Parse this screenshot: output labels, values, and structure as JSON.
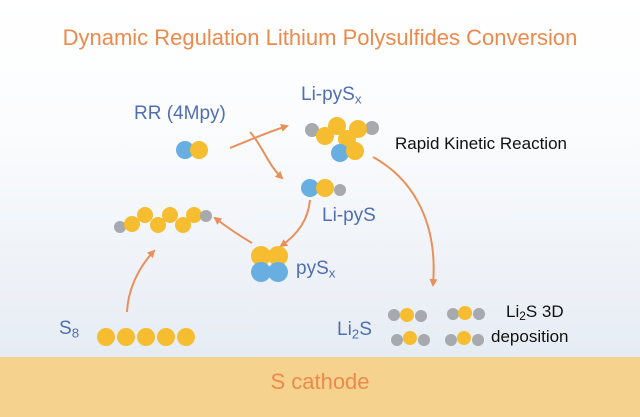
{
  "title": "Dynamic Regulation Lithium Polysulfides Conversion",
  "labels": {
    "rr": "RR (4Mpy)",
    "li_pysx": {
      "main": "Li-pyS",
      "sub": "x"
    },
    "rapid": "Rapid Kinetic Reaction",
    "li_pys": "Li-pyS",
    "pysx": {
      "main": "pyS",
      "sub": "x"
    },
    "s8": {
      "main": "S",
      "sub": "8"
    },
    "li2s": {
      "pre": "Li",
      "sub": "2",
      "post": "S"
    },
    "li2s_3d": {
      "pre": "Li",
      "sub": "2",
      "post": "S 3D"
    },
    "deposition": "deposition"
  },
  "cathode_label": "S cathode",
  "colors": {
    "title": "#ec8a4c",
    "label_blue": "#4f6fb2",
    "text_dark": "#111111",
    "sulfur": "#f5bd2f",
    "pyridine": "#68aee0",
    "lithium": "#a6a9ae",
    "arrow": "#e9905a",
    "cathode": "#f5d28e",
    "background_bottom": "#e6ecf4"
  }
}
